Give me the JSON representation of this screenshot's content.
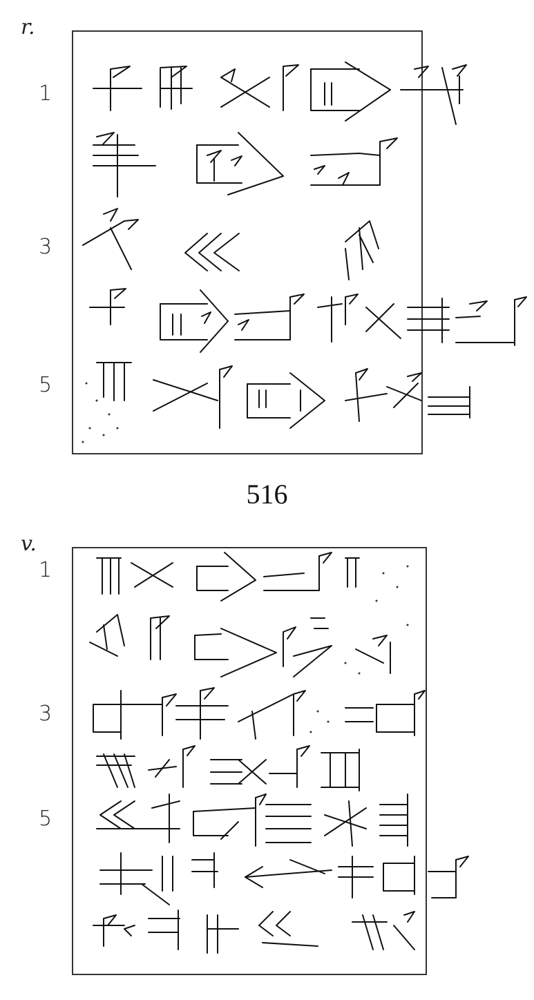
{
  "obverse": {
    "side_label": "r.",
    "line_numbers": [
      "1",
      "3",
      "5"
    ]
  },
  "text_number": "516",
  "reverse": {
    "side_label": "v.",
    "line_numbers": [
      "1",
      "3",
      "5"
    ]
  }
}
